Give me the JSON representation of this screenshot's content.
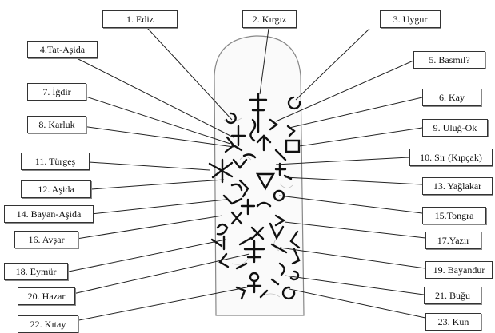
{
  "labels": {
    "l1": "1.  Ediz",
    "l2": "2. Kırgız",
    "l3": "3. Uygur",
    "l4": "4.Tat-Aşida",
    "l5": "5. Basmıl?",
    "l6": "6. Kay",
    "l7": "7. İğdir",
    "l8": "8. Karluk",
    "l9": "9. Uluğ-Ok",
    "l10": "10. Sir (Kıpçak)",
    "l11": "11. Türgeş",
    "l12": "12. Aşida",
    "l13": "13. Yağlakar",
    "l14": "14. Bayan-Aşida",
    "l15": "15.Tongra",
    "l16": "16. Avşar",
    "l17": "17.Yazır",
    "l18": "18. Eymür",
    "l19": "19. Bayandur",
    "l20": "20. Hazar",
    "l21": "21. Buğu",
    "l22": "22. Kıtay",
    "l23": "23. Kun"
  }
}
